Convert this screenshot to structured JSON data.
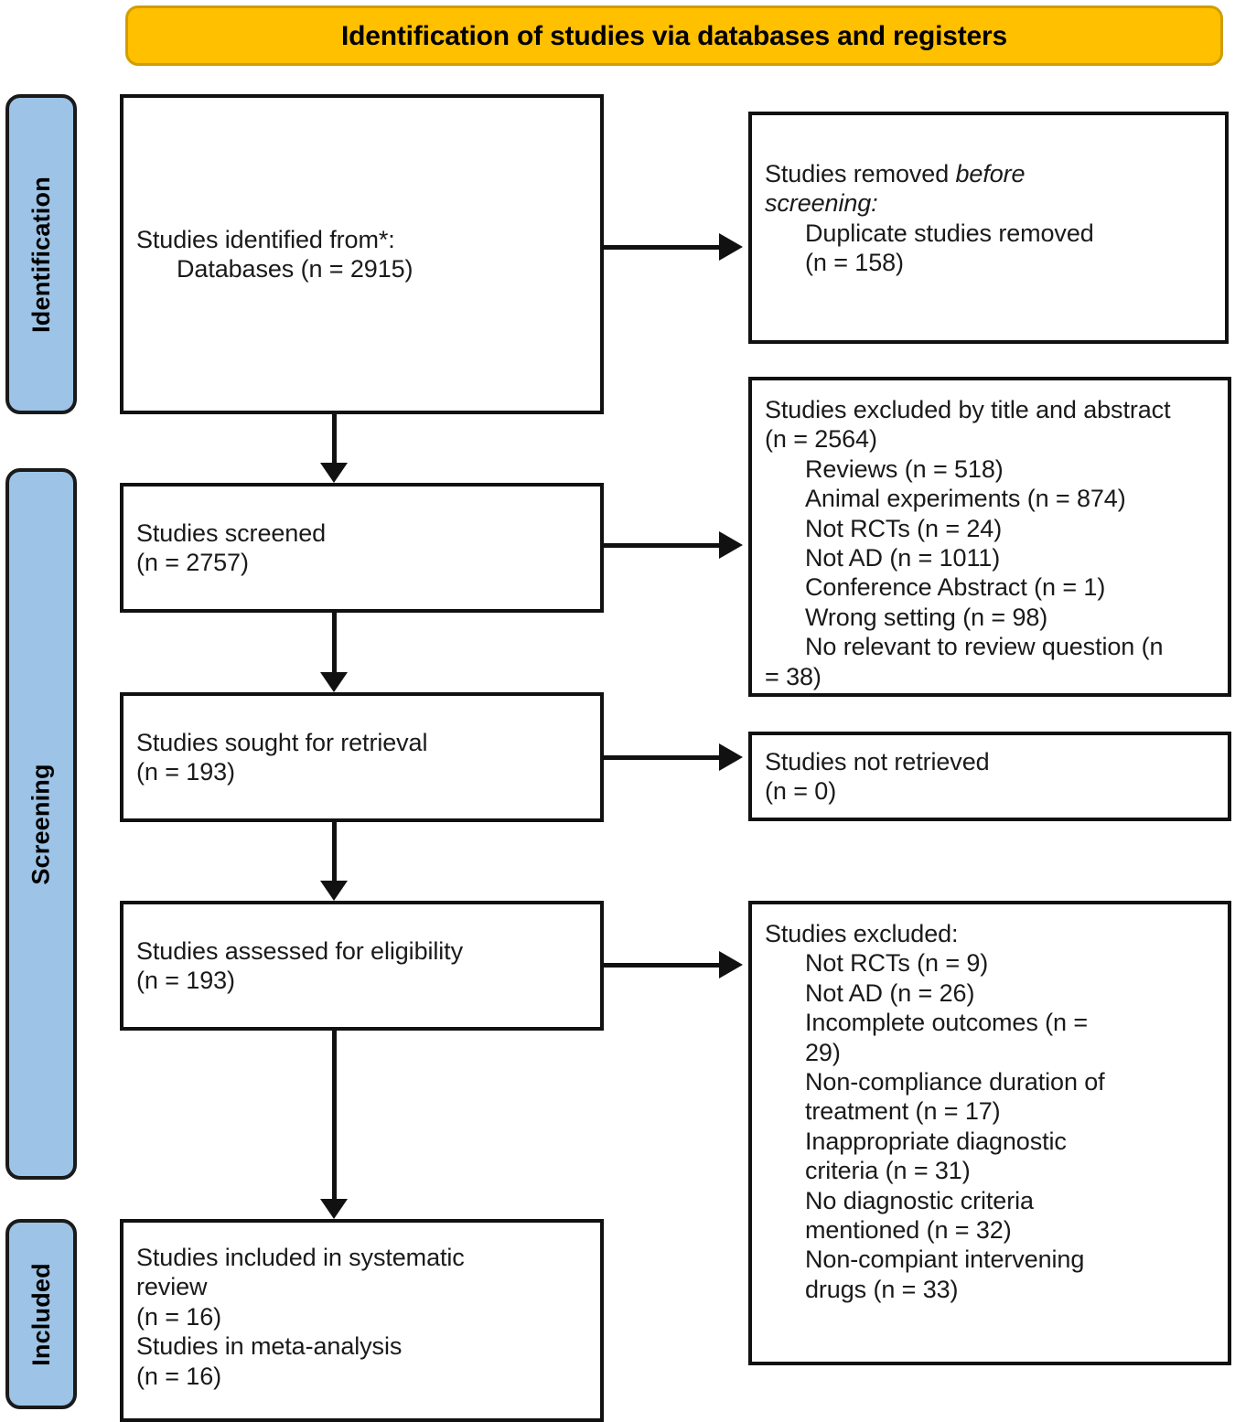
{
  "banner": {
    "title": "Identification of studies via databases and registers"
  },
  "stages": [
    {
      "name": "identification",
      "label": "Identification"
    },
    {
      "name": "screening",
      "label": "Screening"
    },
    {
      "name": "included",
      "label": "Included"
    }
  ],
  "boxes": {
    "identified": {
      "lines": [
        "Studies identified from*:",
        "Databases (n = 2915)"
      ]
    },
    "removed": {
      "lines": [
        "Studies removed before",
        "screening:",
        "Duplicate studies removed",
        "(n = 158)"
      ]
    },
    "screened": {
      "lines": [
        "Studies screened",
        "(n = 2757)"
      ]
    },
    "excluded_screening": {
      "lines": [
        "Studies excluded by title and abstract",
        "(n = 2564)",
        "Reviews (n = 518)",
        "Animal experiments (n = 874)",
        "Not RCTs (n = 24)",
        "Not AD (n = 1011)",
        "Conference Abstract (n = 1)",
        "Wrong setting (n = 98)",
        "No relevant to review question (n",
        "= 38)"
      ]
    },
    "sought": {
      "lines": [
        "Studies sought for retrieval",
        "(n = 193)"
      ]
    },
    "not_retrieved": {
      "lines": [
        "Studies not retrieved",
        "(n = 0)"
      ]
    },
    "assessed": {
      "lines": [
        "Studies assessed for eligibility",
        "(n = 193)"
      ]
    },
    "excluded_eligibility": {
      "lines": [
        "Studies excluded:",
        "Not RCTs (n = 9)",
        "Not AD (n = 26)",
        "Incomplete outcomes (n =",
        "29)",
        "Non-compliance duration of",
        "treatment (n = 17)",
        "Inappropriate diagnostic",
        "criteria (n = 31)",
        "No diagnostic criteria",
        "mentioned (n = 32)",
        "Non-compiant intervening",
        "drugs (n = 33)"
      ]
    },
    "included": {
      "lines": [
        "Studies included in systematic",
        "review",
        "(n = 16)",
        "Studies in meta-analysis",
        "(n = 16)"
      ]
    }
  },
  "chart_data": {
    "type": "diagram",
    "title": "Identification of studies via databases and registers",
    "nodes": [
      {
        "id": "identified",
        "stage": "Identification",
        "label": "Studies identified from*: Databases",
        "n": 2915
      },
      {
        "id": "removed",
        "stage": "Identification",
        "label": "Duplicate studies removed",
        "n": 158
      },
      {
        "id": "screened",
        "stage": "Screening",
        "label": "Studies screened",
        "n": 2757
      },
      {
        "id": "excluded_screening",
        "stage": "Screening",
        "label": "Studies excluded by title and abstract",
        "n": 2564
      },
      {
        "id": "sought",
        "stage": "Screening",
        "label": "Studies sought for retrieval",
        "n": 193
      },
      {
        "id": "not_retrieved",
        "stage": "Screening",
        "label": "Studies not retrieved",
        "n": 0
      },
      {
        "id": "assessed",
        "stage": "Screening",
        "label": "Studies assessed for eligibility",
        "n": 193
      },
      {
        "id": "excluded_eligibility",
        "stage": "Screening",
        "label": "Studies excluded",
        "n": null
      },
      {
        "id": "included_review",
        "stage": "Included",
        "label": "Studies included in systematic review",
        "n": 16
      },
      {
        "id": "included_meta",
        "stage": "Included",
        "label": "Studies in meta-analysis",
        "n": 16
      }
    ],
    "exclusion_reasons_screening": [
      {
        "reason": "Reviews",
        "n": 518
      },
      {
        "reason": "Animal experiments",
        "n": 874
      },
      {
        "reason": "Not RCTs",
        "n": 24
      },
      {
        "reason": "Not AD",
        "n": 1011
      },
      {
        "reason": "Conference Abstract",
        "n": 1
      },
      {
        "reason": "Wrong setting",
        "n": 98
      },
      {
        "reason": "No relevant to review question",
        "n": 38
      }
    ],
    "exclusion_reasons_eligibility": [
      {
        "reason": "Not RCTs",
        "n": 9
      },
      {
        "reason": "Not AD",
        "n": 26
      },
      {
        "reason": "Incomplete outcomes",
        "n": 29
      },
      {
        "reason": "Non-compliance duration of treatment",
        "n": 17
      },
      {
        "reason": "Inappropriate diagnostic criteria",
        "n": 31
      },
      {
        "reason": "No diagnostic criteria mentioned",
        "n": 32
      },
      {
        "reason": "Non-compiant intervening drugs",
        "n": 33
      }
    ],
    "edges": [
      {
        "from": "identified",
        "to": "removed",
        "direction": "right"
      },
      {
        "from": "identified",
        "to": "screened",
        "direction": "down"
      },
      {
        "from": "screened",
        "to": "excluded_screening",
        "direction": "right"
      },
      {
        "from": "screened",
        "to": "sought",
        "direction": "down"
      },
      {
        "from": "sought",
        "to": "not_retrieved",
        "direction": "right"
      },
      {
        "from": "sought",
        "to": "assessed",
        "direction": "down"
      },
      {
        "from": "assessed",
        "to": "excluded_eligibility",
        "direction": "right"
      },
      {
        "from": "assessed",
        "to": "included_review",
        "direction": "down"
      }
    ],
    "colors": {
      "banner": "#FFC000",
      "banner_border": "#D29D00",
      "stage_bar": "#9DC3E6",
      "box_border": "#111111",
      "box_fill": "#FFFFFF",
      "text": "#1A1A1A"
    }
  }
}
